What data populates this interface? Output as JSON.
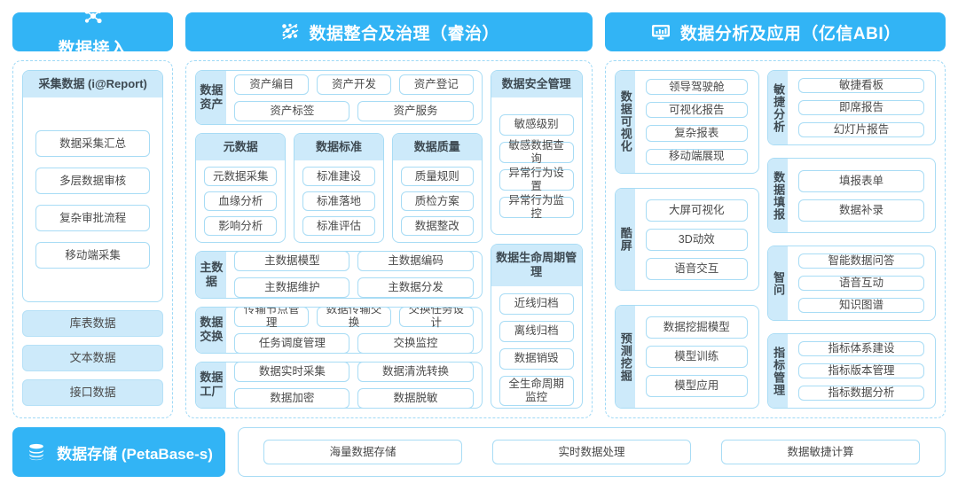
{
  "headers": [
    {
      "icon": "network-nodes-icon",
      "label": "数据接入"
    },
    {
      "icon": "data-scatter-icon",
      "label": "数据整合及治理（睿治）"
    },
    {
      "icon": "monitor-chart-icon",
      "label": "数据分析及应用（亿信ABI）"
    }
  ],
  "col1": {
    "card": {
      "title": "采集数据 (i@Report)",
      "items": [
        "数据采集汇总",
        "多层数据审核",
        "复杂审批流程",
        "移动端采集"
      ]
    },
    "big_items": [
      "库表数据",
      "文本数据",
      "接口数据"
    ]
  },
  "col2": {
    "data_asset": {
      "label": "数据资产",
      "row1": [
        "资产编目",
        "资产开发",
        "资产登记"
      ],
      "row2": [
        "资产标签",
        "资产服务"
      ]
    },
    "trio": [
      {
        "title": "元数据",
        "items": [
          "元数据采集",
          "血缘分析",
          "影响分析"
        ]
      },
      {
        "title": "数据标准",
        "items": [
          "标准建设",
          "标准落地",
          "标准评估"
        ]
      },
      {
        "title": "数据质量",
        "items": [
          "质量规则",
          "质检方案",
          "数据整改"
        ]
      }
    ],
    "master_data": {
      "label": "主数据",
      "row1": [
        "主数据模型",
        "主数据编码"
      ],
      "row2": [
        "主数据维护",
        "主数据分发"
      ]
    },
    "data_exchange": {
      "label": "数据交换",
      "row1": [
        "传输节点管理",
        "数据传输交换",
        "交换任务设计"
      ],
      "row2": [
        "任务调度管理",
        "交换监控"
      ]
    },
    "data_factory": {
      "label": "数据工厂",
      "row1": [
        "数据实时采集",
        "数据清洗转换"
      ],
      "row2": [
        "数据加密",
        "数据脱敏"
      ]
    },
    "security": {
      "title": "数据安全管理",
      "items": [
        "敏感级别",
        "敏感数据查询",
        "异常行为设置",
        "异常行为监控"
      ]
    },
    "lifecycle": {
      "title": "数据生命周期管理",
      "items": [
        "近线归档",
        "离线归档",
        "数据销毁",
        "全生命周期监控"
      ]
    }
  },
  "col3": {
    "left": [
      {
        "label": "数据可视化",
        "items": [
          "领导驾驶舱",
          "可视化报告",
          "复杂报表",
          "移动端展现"
        ]
      },
      {
        "label": "酷屏",
        "items": [
          "大屏可视化",
          "3D动效",
          "语音交互"
        ]
      },
      {
        "label": "预测挖掘",
        "items": [
          "数据挖掘模型",
          "模型训练",
          "模型应用"
        ]
      }
    ],
    "right": [
      {
        "label": "敏捷分析",
        "items": [
          "敏捷看板",
          "即席报告",
          "幻灯片报告"
        ]
      },
      {
        "label": "数据填报",
        "items": [
          "填报表单",
          "数据补录"
        ]
      },
      {
        "label": "智问",
        "items": [
          "智能数据问答",
          "语音互动",
          "知识图谱"
        ]
      },
      {
        "label": "指标管理",
        "items": [
          "指标体系建设",
          "指标版本管理",
          "指标数据分析"
        ]
      }
    ]
  },
  "bottom": {
    "icon": "database-stack-icon",
    "label": "数据存储 (PetaBase-s)",
    "items": [
      "海量数据存储",
      "实时数据处理",
      "数据敏捷计算"
    ]
  },
  "colors": {
    "brand": "#32b4f5",
    "tile_border": "#a8dcf5",
    "tile_fill": "#cdeafa",
    "dashed_border": "#9fd9f6",
    "text": "#4a4a4a"
  }
}
